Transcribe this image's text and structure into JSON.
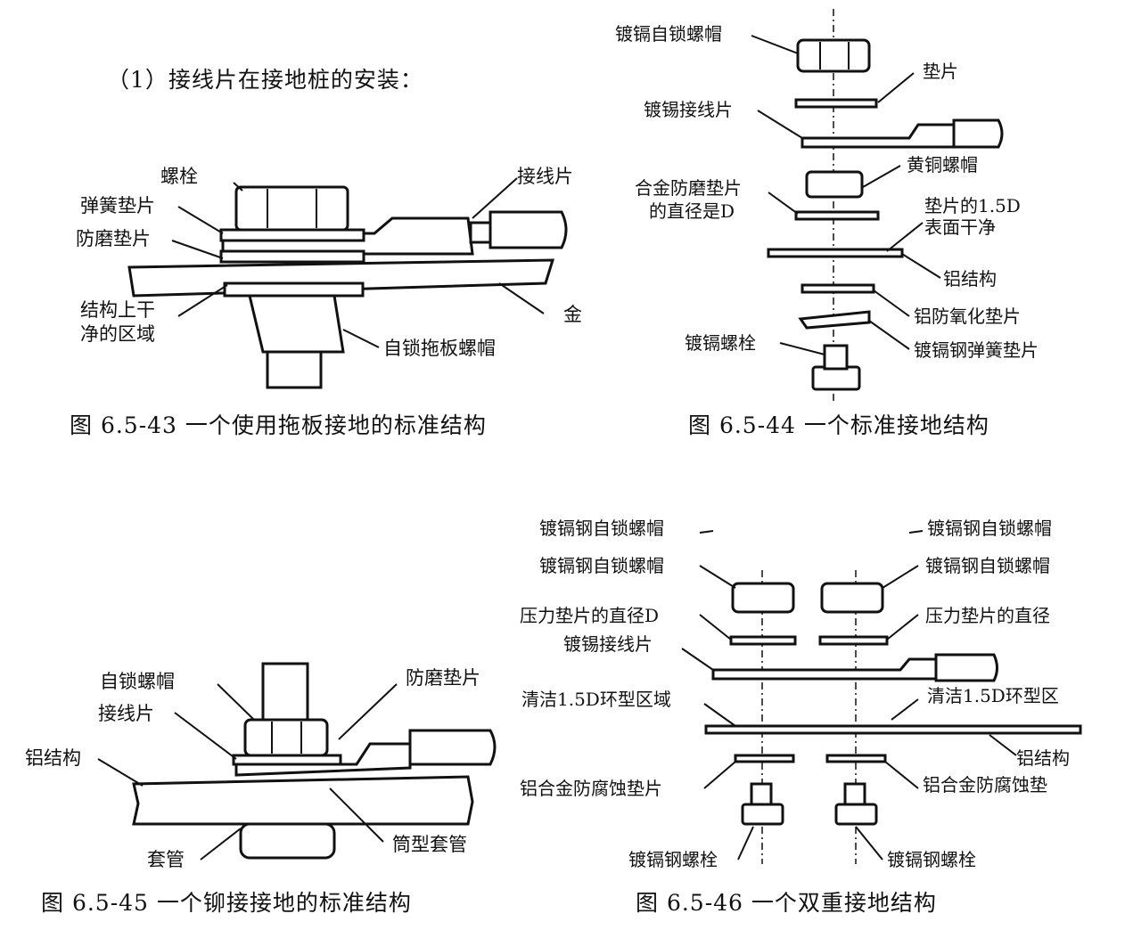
{
  "heading": "（1）接线片在接地桩的安装：",
  "fig43": {
    "caption": "图 6.5-43 一个使用拖板接地的标准结构",
    "labels": {
      "bolt": "螺栓",
      "spring_washer": "弹簧垫片",
      "wear_washer": "防磨垫片",
      "clean_area_1": "结构上干",
      "clean_area_2": "净的区域",
      "lug": "接线片",
      "gold": "金",
      "nut": "自锁拖板螺帽"
    }
  },
  "fig44": {
    "caption": "图 6.5-44 一个标准接地结构",
    "labels": {
      "cd_nut": "镀镉自锁螺帽",
      "washer": "垫片",
      "tin_lug": "镀锡接线片",
      "brass_nut": "黄铜螺帽",
      "alloy_washer_1": "合金防磨垫片",
      "alloy_washer_2": "的直径是D",
      "clean_1": "垫片的1.5D",
      "clean_2": "表面干净",
      "al_struct": "铝结构",
      "al_washer": "铝防氧化垫片",
      "spring_washer": "镀镉钢弹簧垫片",
      "cd_bolt": "镀镉螺栓"
    }
  },
  "fig45": {
    "caption": "图 6.5-45 一个铆接接地的标准结构",
    "labels": {
      "nut": "自锁螺帽",
      "lug": "接线片",
      "al_struct": "铝结构",
      "sleeve": "套管",
      "wear_washer": "防磨垫片",
      "tube_sleeve": "筒型套管"
    }
  },
  "fig46": {
    "caption": "图 6.5-46 一个双重接地结构",
    "labels": {
      "top_left": "镀镉钢自锁螺帽",
      "top_right": "镀镉钢自锁螺帽",
      "nut_left": "镀镉钢自锁螺帽",
      "nut_right": "镀镉钢自锁螺帽",
      "pressure_left": "压力垫片的直径D",
      "pressure_right": "压力垫片的直径",
      "tin_lug": "镀锡接线片",
      "clean_left": "清洁1.5D环型区域",
      "clean_right": "清洁1.5D环型区",
      "al_struct": "铝结构",
      "washer_left": "铝合金防腐蚀垫片",
      "washer_right": "铝合金防腐蚀垫",
      "bolt_left": "镀镉钢螺栓",
      "bolt_right": "镀镉钢螺栓"
    }
  }
}
